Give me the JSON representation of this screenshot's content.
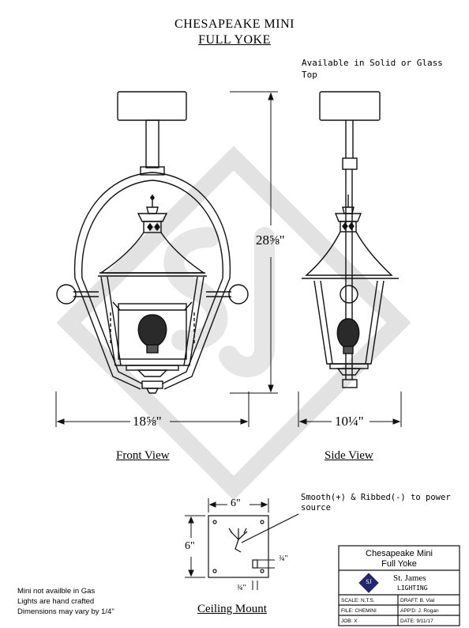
{
  "title": {
    "line1": "CHESAPEAKE MINI",
    "line2": "FULL YOKE"
  },
  "availability_note": "Available in Solid or Glass Top",
  "dimensions": {
    "height": "28⅝\"",
    "front_width": "18⅝\"",
    "side_width": "10¼\"",
    "mount_width": "6\"",
    "mount_height": "6\"",
    "mount_small_right": "¾\"",
    "mount_small_bottom": "¾\""
  },
  "views": {
    "front": "Front View",
    "side": "Side View",
    "ceiling": "Ceiling Mount"
  },
  "callout": "Smooth(+) & Ribbed(-) to power source",
  "notes": {
    "line1": "Mini not availble in Gas",
    "line2": "Lights are hand crafted",
    "line3": "Dimensions may vary by 1/4\""
  },
  "title_block": {
    "name_line1": "Chesapeake Mini",
    "name_line2": "Full Yoke",
    "company": "St. James",
    "company_sub": "LIGHTING",
    "logo_text": "SJ",
    "scale_label": "SCALE:",
    "scale_value": "N.T.S.",
    "draft_label": "DRAFT:",
    "draft_value": "B. Vial",
    "file_label": "FILE:",
    "file_value": "CHEMINI",
    "appd_label": "APP'D:",
    "appd_value": "J. Rogan",
    "job_label": "JOB:",
    "job_value": "X",
    "date_label": "DATE:",
    "date_value": "9/11/17"
  },
  "colors": {
    "line": "#111111",
    "watermark": "#e4e4e4",
    "logo_bg": "#23256e"
  }
}
